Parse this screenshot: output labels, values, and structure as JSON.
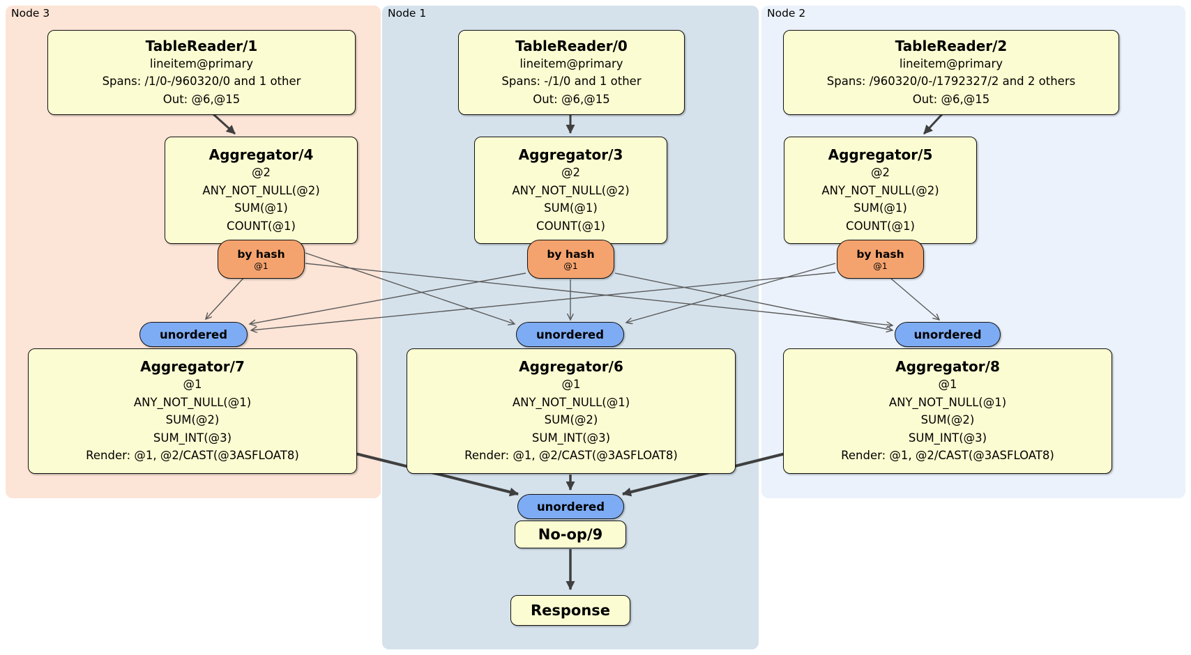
{
  "diagram": {
    "regions": [
      {
        "id": "node3",
        "label": "Node 3"
      },
      {
        "id": "node1",
        "label": "Node 1"
      },
      {
        "id": "node2",
        "label": "Node 2"
      }
    ],
    "operators": {
      "tablereader1": {
        "title": "TableReader/1",
        "lines": [
          "lineitem@primary",
          "Spans: /1/0-/960320/0 and 1 other",
          "Out: @6,@15"
        ]
      },
      "tablereader0": {
        "title": "TableReader/0",
        "lines": [
          "lineitem@primary",
          "Spans: -/1/0 and 1 other",
          "Out: @6,@15"
        ]
      },
      "tablereader2": {
        "title": "TableReader/2",
        "lines": [
          "lineitem@primary",
          "Spans: /960320/0-/1792327/2 and 2 others",
          "Out: @6,@15"
        ]
      },
      "aggregator4": {
        "title": "Aggregator/4",
        "lines": [
          "@2",
          "ANY_NOT_NULL(@2)",
          "SUM(@1)",
          "COUNT(@1)"
        ]
      },
      "aggregator3": {
        "title": "Aggregator/3",
        "lines": [
          "@2",
          "ANY_NOT_NULL(@2)",
          "SUM(@1)",
          "COUNT(@1)"
        ]
      },
      "aggregator5": {
        "title": "Aggregator/5",
        "lines": [
          "@2",
          "ANY_NOT_NULL(@2)",
          "SUM(@1)",
          "COUNT(@1)"
        ]
      },
      "aggregator7": {
        "title": "Aggregator/7",
        "lines": [
          "@1",
          "ANY_NOT_NULL(@1)",
          "SUM(@2)",
          "SUM_INT(@3)",
          "Render: @1, @2/CAST(@3ASFLOAT8)"
        ]
      },
      "aggregator6": {
        "title": "Aggregator/6",
        "lines": [
          "@1",
          "ANY_NOT_NULL(@1)",
          "SUM(@2)",
          "SUM_INT(@3)",
          "Render: @1, @2/CAST(@3ASFLOAT8)"
        ]
      },
      "aggregator8": {
        "title": "Aggregator/8",
        "lines": [
          "@1",
          "ANY_NOT_NULL(@1)",
          "SUM(@2)",
          "SUM_INT(@3)",
          "Render: @1, @2/CAST(@3ASFLOAT8)"
        ]
      },
      "noop9": {
        "title": "No-op/9"
      },
      "response": {
        "title": "Response"
      }
    },
    "routers": {
      "by_hash": {
        "label": "by hash",
        "sub": "@1"
      },
      "unordered": {
        "label": "unordered"
      }
    },
    "colors": {
      "node3_bg": "#fce4d6",
      "node1_bg": "#d5e2ec",
      "node2_bg": "#ebf2fb",
      "operator_bg": "#fcfcd2",
      "operator_border": "#111111",
      "hash_router_bg": "#f5a36e",
      "unordered_router_bg": "#7eacf4",
      "edge_thin": "#5a5a5a",
      "edge_thick": "#3f3f3f"
    }
  }
}
